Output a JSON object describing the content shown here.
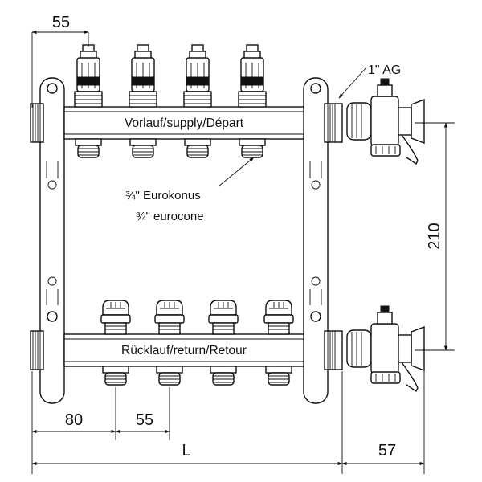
{
  "dimensions": {
    "top_width": "55",
    "connection_label": "1\" AG",
    "height": "210",
    "left_offset": "80",
    "outlet_spacing": "55",
    "total_length": "L",
    "valve_depth": "57"
  },
  "labels": {
    "supply_bar": "Vorlauf/supply/Départ",
    "return_bar": "Rücklauf/return/Retour",
    "connector_de": "¾\" Eurokonus",
    "connector_en": "¾\" eurocone"
  }
}
